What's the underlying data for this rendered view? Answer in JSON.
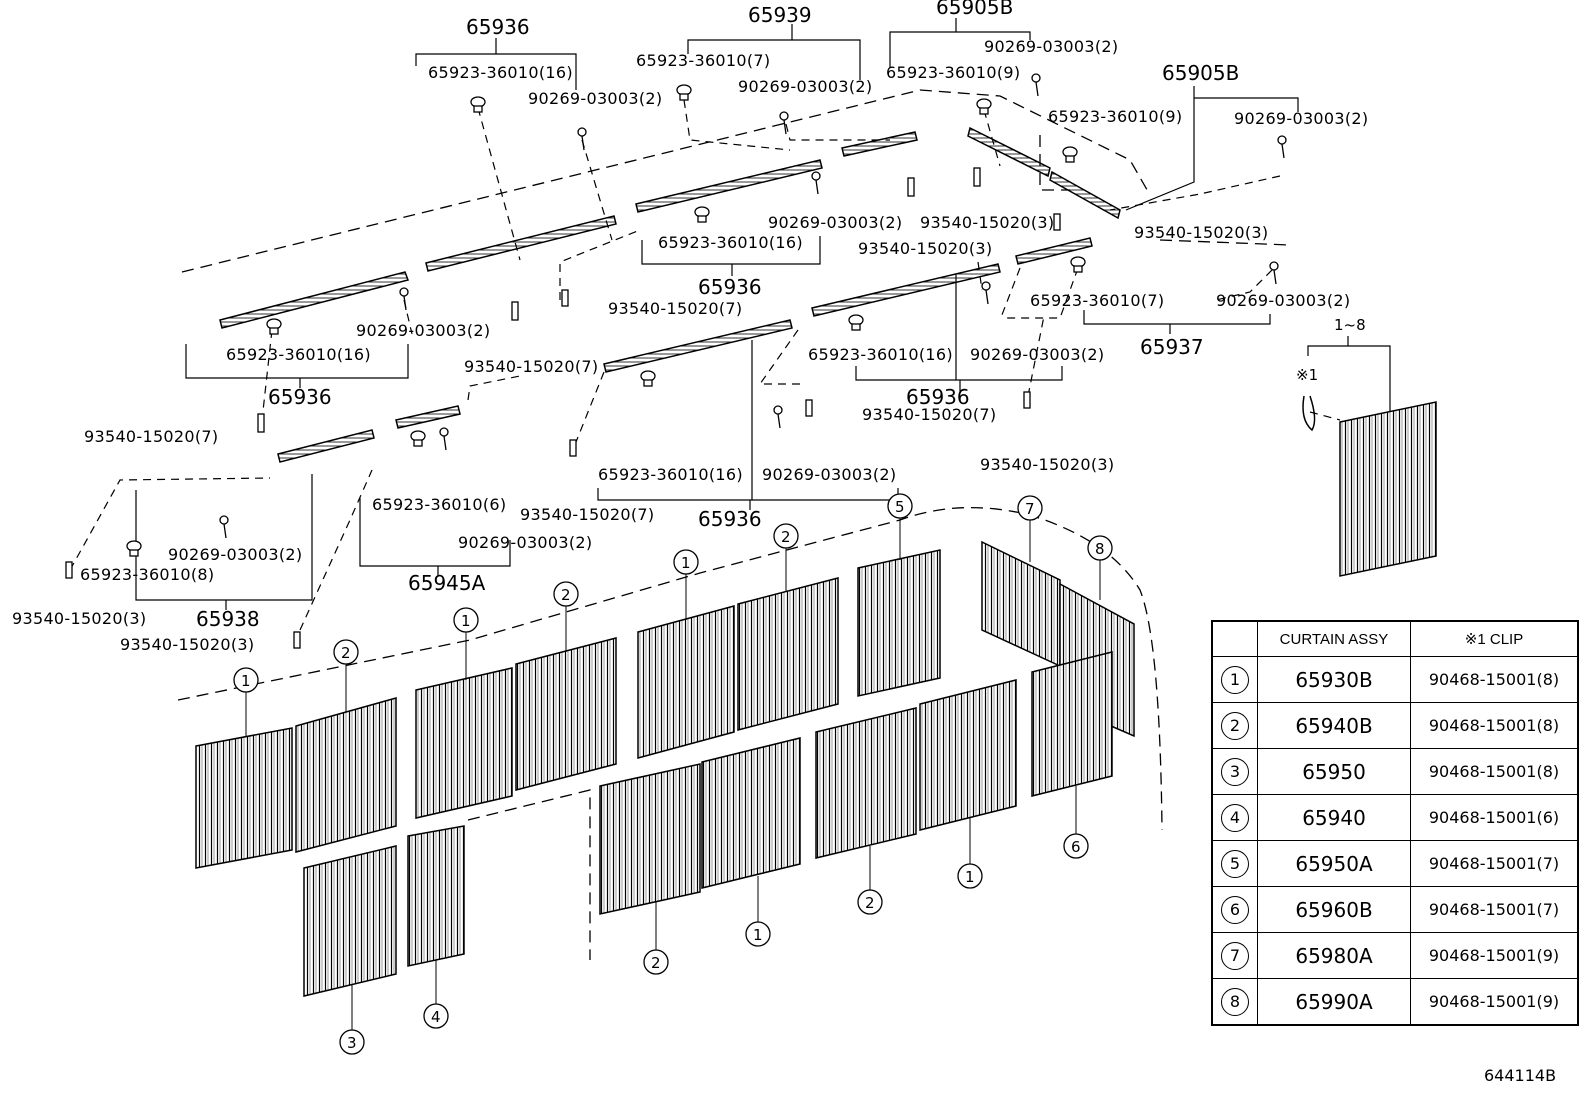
{
  "labels": {
    "asm_65936": "65936",
    "asm_65939": "65939",
    "asm_65905b": "65905B",
    "asm_65937": "65937",
    "asm_65938": "65938",
    "asm_65945a": "65945A",
    "pn_23_16": "65923-36010(16)",
    "pn_23_7": "65923-36010(7)",
    "pn_23_9": "65923-36010(9)",
    "pn_23_6": "65923-36010(6)",
    "pn_23_8": "65923-36010(8)",
    "pn_90269": "90269-03003(2)",
    "pn_93_7": "93540-15020(7)",
    "pn_93_3": "93540-15020(3)",
    "range": "1~8",
    "clip_note": "※1",
    "ref_code": "644114B"
  },
  "table": {
    "headers": [
      "",
      "CURTAIN ASSY",
      "※1 CLIP"
    ],
    "rows": [
      {
        "key": "1",
        "assy": "65930B",
        "clip": "90468-15001(8)"
      },
      {
        "key": "2",
        "assy": "65940B",
        "clip": "90468-15001(8)"
      },
      {
        "key": "3",
        "assy": "65950",
        "clip": "90468-15001(8)"
      },
      {
        "key": "4",
        "assy": "65940",
        "clip": "90468-15001(6)"
      },
      {
        "key": "5",
        "assy": "65950A",
        "clip": "90468-15001(7)"
      },
      {
        "key": "6",
        "assy": "65960B",
        "clip": "90468-15001(7)"
      },
      {
        "key": "7",
        "assy": "65980A",
        "clip": "90468-15001(9)"
      },
      {
        "key": "8",
        "assy": "65990A",
        "clip": "90468-15001(9)"
      }
    ]
  }
}
